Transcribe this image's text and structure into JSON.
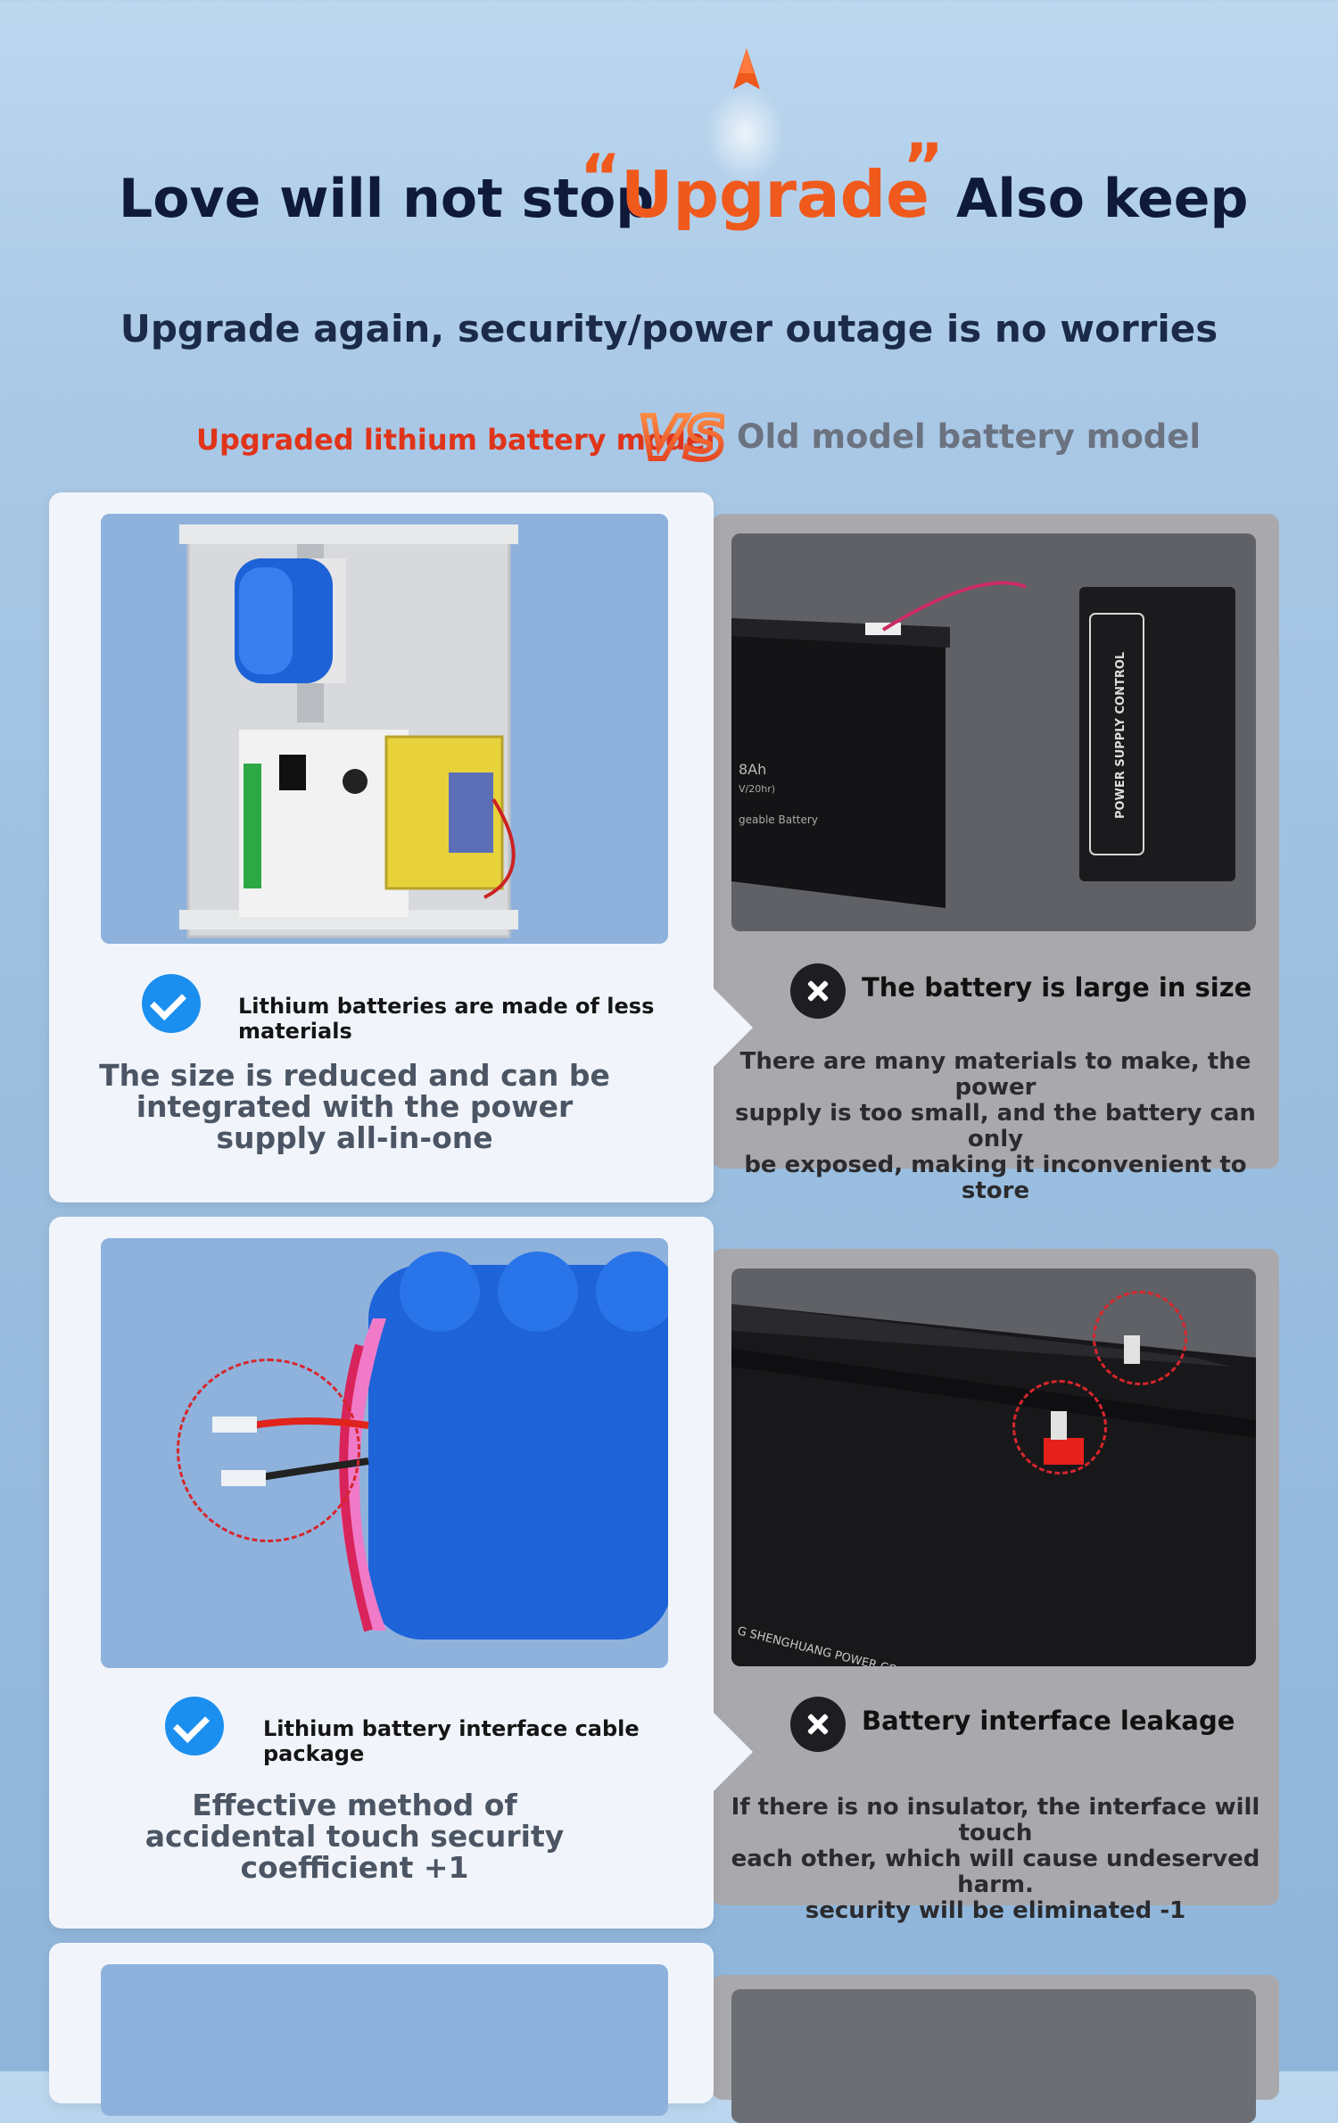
{
  "header": {
    "title_part1": "Love will not stop",
    "open_quote": "“",
    "title_highlight": "Upgrade",
    "close_quote": "”",
    "title_part2": "Also keep",
    "subtitle": "Upgrade again, security/power outage is no worries",
    "compare_left": "Upgraded lithium battery model",
    "compare_vs": "VS",
    "compare_right": "Old model battery model"
  },
  "rows": [
    {
      "pro_label": "Lithium batteries are made of less materials",
      "pro_desc_lines": [
        "The size is reduced and can be",
        "integrated with the power",
        "supply all-in-one"
      ],
      "con_label": "The battery is large in size",
      "con_desc_lines": [
        "There are many materials to make, the power",
        "supply is too small, and the battery can only",
        "be exposed, making it inconvenient to store"
      ],
      "product_labels": [
        "POWER SUPPLY CONTROL",
        "8Ah",
        "V/20hr)",
        "geable Battery"
      ]
    },
    {
      "pro_label": "Lithium battery interface cable package",
      "pro_desc_lines": [
        "Effective method of",
        "accidental touch security",
        "coefficient +1"
      ],
      "con_label": "Battery interface leakage",
      "con_desc_lines": [
        "If there is no insulator, the interface will touch",
        "each other, which will cause undeserved harm.",
        "security will be eliminated -1"
      ],
      "product_labels": [
        "G SHENGHUANG POWER CO.,LTD"
      ]
    }
  ],
  "colors": {
    "accent_orange": "#f0591c",
    "vs_red": "#e0341a",
    "check_blue": "#1b8ff0",
    "dark_text": "#0f1a3a"
  }
}
